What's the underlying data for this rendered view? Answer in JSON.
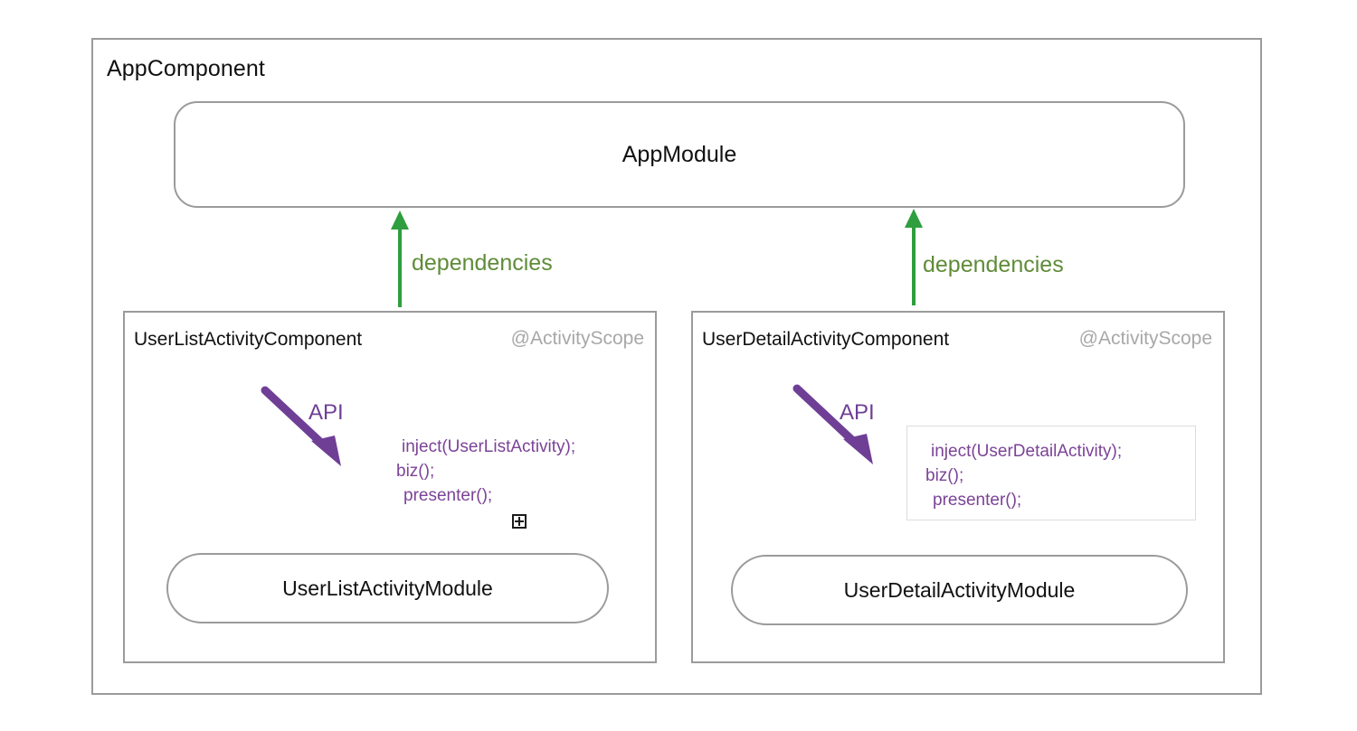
{
  "diagram": {
    "title": "AppComponent",
    "app_module": {
      "label": "AppModule"
    },
    "dependency_edges": [
      {
        "label": "dependencies"
      },
      {
        "label": "dependencies"
      }
    ],
    "components": [
      {
        "title": "UserListActivityComponent",
        "scope": "@ActivityScope",
        "api_label": "API",
        "code": [
          "inject(UserListActivity);",
          "biz();",
          "presenter();"
        ],
        "expand_icon": "plus-square-icon",
        "module": "UserListActivityModule"
      },
      {
        "title": "UserDetailActivityComponent",
        "scope": "@ActivityScope",
        "api_label": "API",
        "code": [
          "inject(UserDetailActivity);",
          "biz();",
          "presenter();"
        ],
        "module": "UserDetailActivityModule"
      }
    ]
  },
  "colors": {
    "frame_border": "#9b9b9b",
    "text": "#111111",
    "scope_text": "#a8a8a8",
    "dependency_arrow": "#2e9e3e",
    "dependency_text": "#5f8c38",
    "api_arrow": "#6f3f96",
    "code_text": "#7b4397",
    "code_border": "#dcdcdc",
    "background": "#ffffff"
  }
}
